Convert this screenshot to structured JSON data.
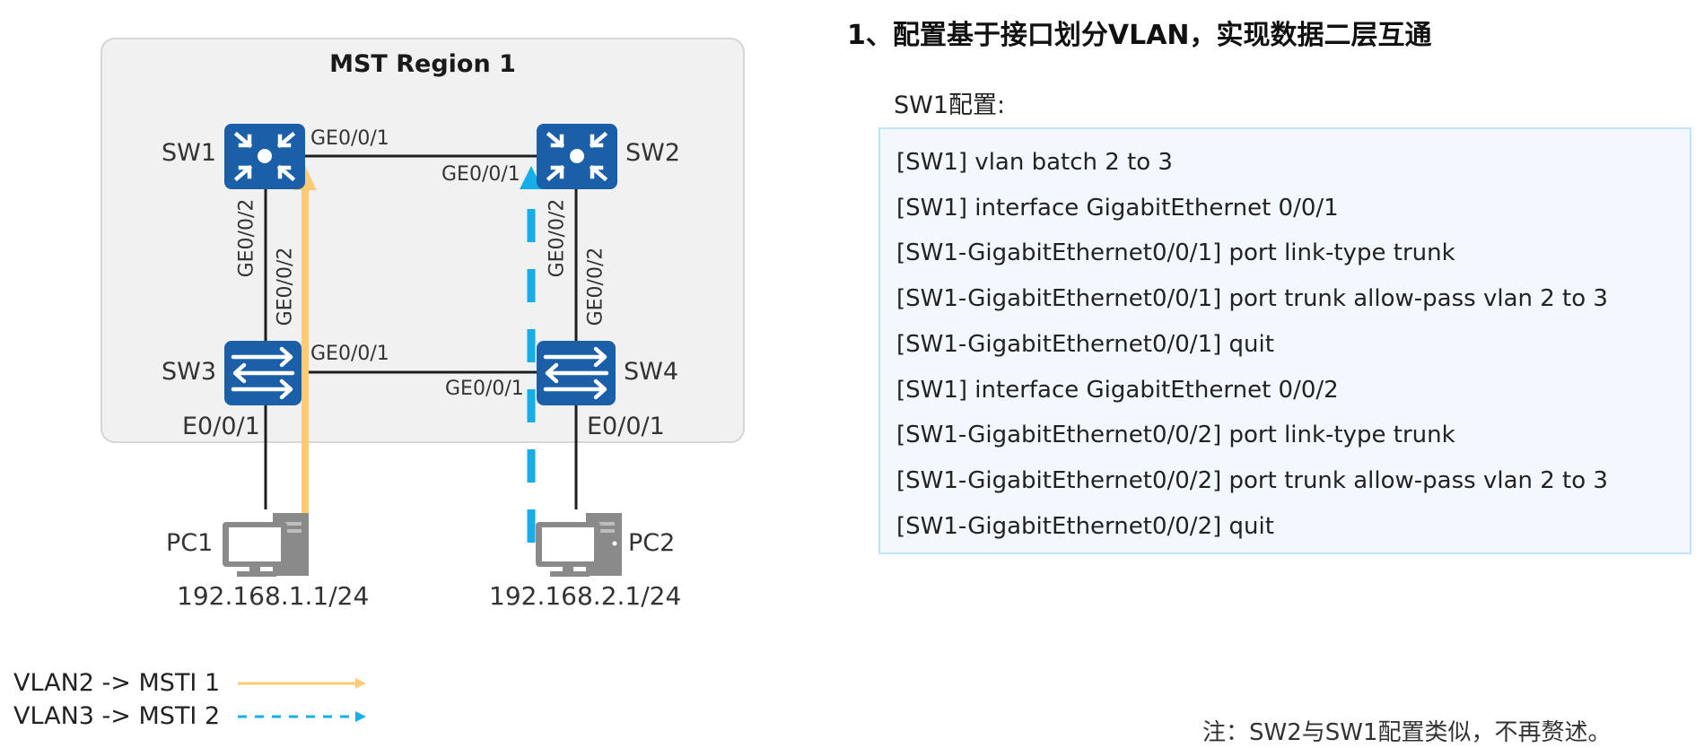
{
  "diagram": {
    "region_title": "MST Region 1",
    "devices": {
      "sw1": {
        "label": "SW1",
        "type": "core-switch"
      },
      "sw2": {
        "label": "SW2",
        "type": "core-switch"
      },
      "sw3": {
        "label": "SW3",
        "type": "access-switch"
      },
      "sw4": {
        "label": "SW4",
        "type": "access-switch"
      },
      "pc1": {
        "label": "PC1",
        "ip": "192.168.1.1/24"
      },
      "pc2": {
        "label": "PC2",
        "ip": "192.168.2.1/24"
      }
    },
    "ports": {
      "sw1_to_sw2": "GE0/0/1",
      "sw2_to_sw1": "GE0/0/1",
      "sw1_to_sw3": "GE0/0/2",
      "sw3_to_sw1": "GE0/0/2",
      "sw2_to_sw4": "GE0/0/2",
      "sw4_to_sw2": "GE0/0/2",
      "sw3_to_sw4": "GE0/0/1",
      "sw4_to_sw3": "GE0/0/1",
      "sw3_to_pc1": "E0/0/1",
      "sw4_to_pc2": "E0/0/1"
    },
    "colors": {
      "device_blue": "#1a5fa8",
      "vlan2_path": "#fccb74",
      "vlan3_path": "#16aee8",
      "pc_gray": "#8a8a8a"
    },
    "legend": [
      {
        "label": "VLAN2 -> MSTI 1",
        "style": "solid",
        "color": "#fccb74"
      },
      {
        "label": "VLAN3 -> MSTI 2",
        "style": "dashed",
        "color": "#16aee8"
      }
    ]
  },
  "content": {
    "heading": "1、配置基于接口划分VLAN，实现数据二层互通",
    "subheading": "SW1配置:",
    "config_lines": [
      "[SW1] vlan batch 2 to 3",
      "[SW1] interface GigabitEthernet 0/0/1",
      "[SW1-GigabitEthernet0/0/1] port link-type trunk",
      "[SW1-GigabitEthernet0/0/1] port trunk allow-pass vlan 2 to 3",
      "[SW1-GigabitEthernet0/0/1] quit",
      "[SW1] interface GigabitEthernet 0/0/2",
      "[SW1-GigabitEthernet0/0/2] port link-type trunk",
      "[SW1-GigabitEthernet0/0/2] port trunk allow-pass vlan 2 to 3",
      "[SW1-GigabitEthernet0/0/2] quit"
    ],
    "note": "注：SW2与SW1配置类似，不再赘述。"
  }
}
